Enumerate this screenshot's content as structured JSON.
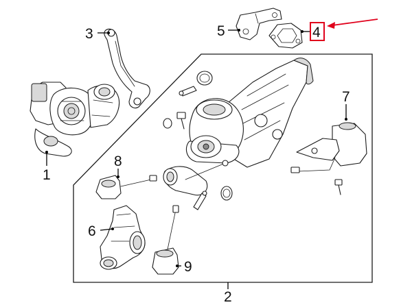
{
  "diagram": {
    "callouts": {
      "c1": "1",
      "c2": "2",
      "c3": "3",
      "c4": "4",
      "c5": "5",
      "c6": "6",
      "c7": "7",
      "c8": "8",
      "c9": "9"
    },
    "highlight": {
      "target": "4",
      "box_color": "#e0001b",
      "arrow_color": "#e0001b"
    }
  }
}
